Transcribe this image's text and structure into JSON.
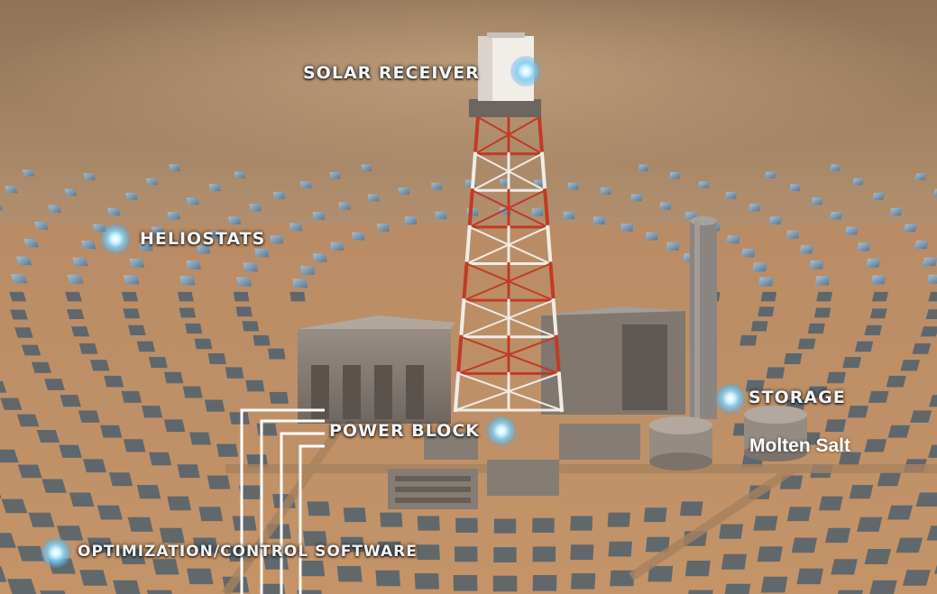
{
  "labels": {
    "solar_receiver": "SOLAR RECEIVER",
    "heliostats": "HELIOSTATS",
    "storage": "STORAGE",
    "power_block": "POWER BLOCK",
    "optimization": "OPTIMIZATION/CONTROL SOFTWARE",
    "molten_salt": "Molten Salt"
  },
  "colors": {
    "sky_haze": "#a88a6e",
    "desert": "#c9956a",
    "mirror": "#5f86a6",
    "tower_red": "#c23a26",
    "glow": "#8fd6f5",
    "label_text": "#f2f5f7"
  }
}
